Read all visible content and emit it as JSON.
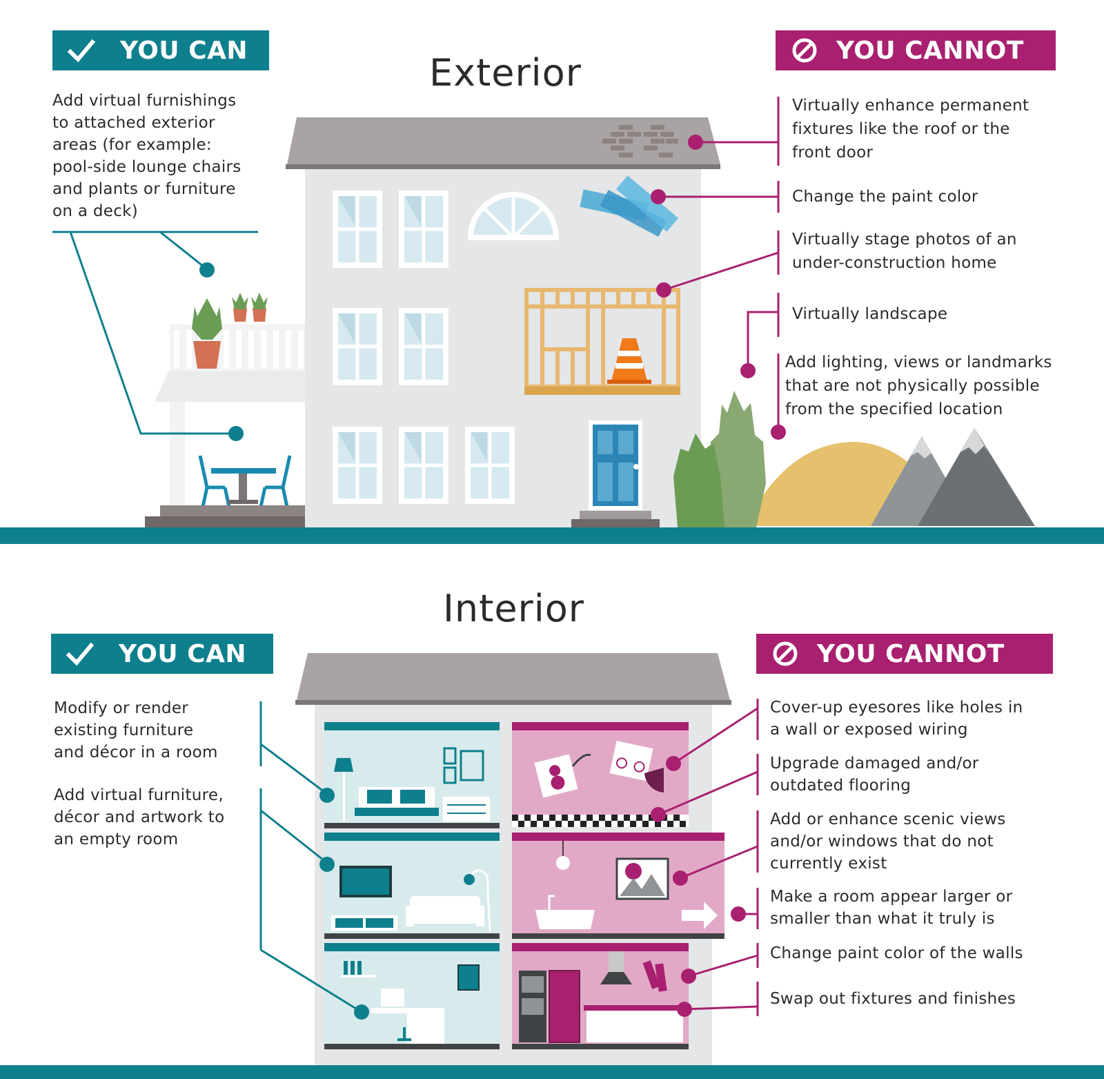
{
  "colors": {
    "can": "#0e7f8c",
    "cannot": "#a8206f",
    "roof": "#aaa3a3",
    "wall": "#e4e6e8",
    "ground": "#0e7f8c",
    "sun": "#e5c16d",
    "interior_teal_room": "#d8ebec",
    "interior_pink_room": "#e2a9c7"
  },
  "exterior": {
    "title": "Exterior",
    "can_badge": {
      "label": "YOU CAN",
      "icon": "checkmark-icon"
    },
    "cannot_badge": {
      "label": "YOU CANNOT",
      "icon": "prohibited-icon"
    },
    "can_items": [
      "Add virtual furnishings\nto attached exterior\nareas (for example:\npool-side lounge chairs\nand plants or furniture\non a deck)"
    ],
    "cannot_items": [
      "Virtually enhance permanent\nfixtures like the roof or the\nfront door",
      "Change the paint color",
      "Virtually stage photos of an\nunder-construction home",
      "Virtually landscape",
      "Add lighting, views or landmarks\nthat are not physically possible\nfrom the specified location"
    ]
  },
  "interior": {
    "title": "Interior",
    "can_badge": {
      "label": "YOU CAN",
      "icon": "checkmark-icon"
    },
    "cannot_badge": {
      "label": "YOU CANNOT",
      "icon": "prohibited-icon"
    },
    "can_items": [
      "Modify or render\nexisting furniture\nand décor in a room",
      "Add virtual furniture,\ndécor and artwork to\nan empty room"
    ],
    "cannot_items": [
      "Cover-up eyesores like holes in\na wall or exposed wiring",
      "Upgrade damaged and/or\noutdated flooring",
      "Add or enhance scenic views\nand/or windows that do not\ncurrently exist",
      "Make a room appear larger or\nsmaller than what it truly is",
      "Change paint color of the walls",
      "Swap out fixtures and finishes"
    ]
  }
}
